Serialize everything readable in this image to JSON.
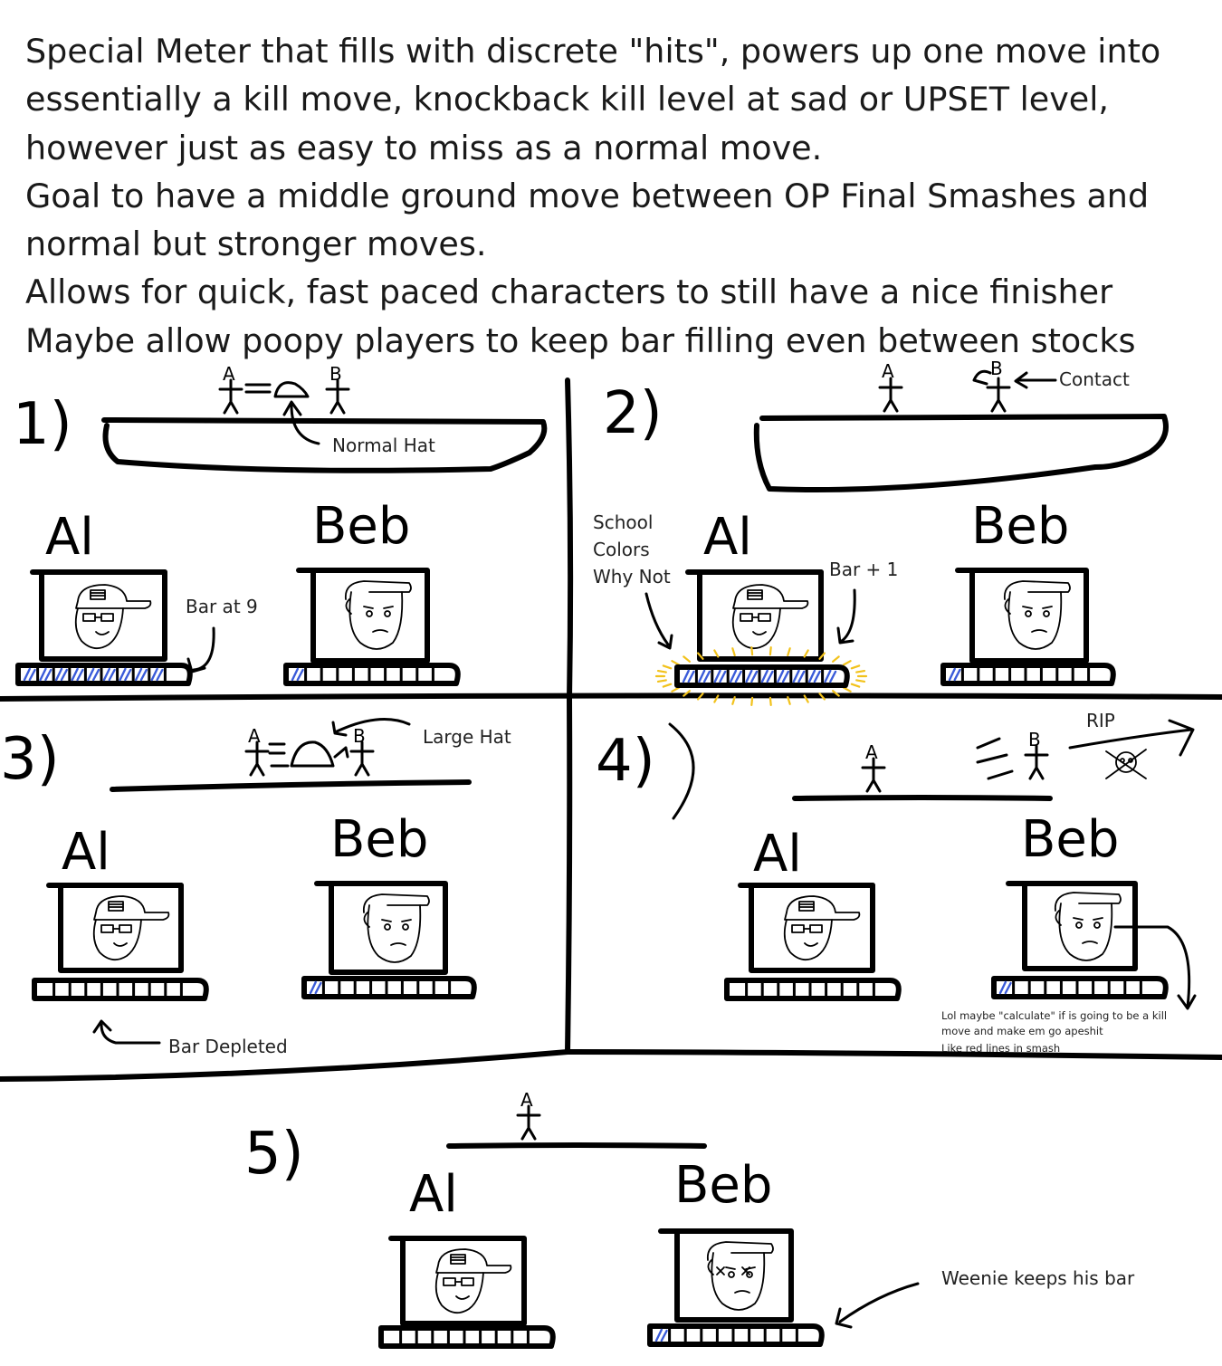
{
  "intro_lines": [
    "Special Meter that fills with discrete \"hits\", powers up one move into",
    "essentially a kill move, knockback kill level at sad or UPSET level,",
    "however just as easy to miss as a normal move.",
    "Goal to have a middle ground move between OP Final Smashes and",
    "normal but stronger moves.",
    "Allows for quick, fast paced characters to still have a nice finisher",
    "Maybe allow poopy players to keep bar filling even between stocks"
  ],
  "panels": [
    {
      "number": "1)",
      "labels": {
        "hat": "Normal Hat",
        "bar": "Bar at 9"
      }
    },
    {
      "number": "2)",
      "labels": {
        "contact": "Contact",
        "school1": "School",
        "school2": "Colors",
        "school3": "Why Not",
        "bar": "Bar + 1"
      }
    },
    {
      "number": "3)",
      "labels": {
        "hat": "Large Hat",
        "bar": "Bar Depleted"
      }
    },
    {
      "number": "4)",
      "labels": {
        "rip": "RIP",
        "note1": "Lol maybe \"calculate\" if is going to be a kill",
        "note2": "move and make em go apeshit",
        "note3": "Like red lines in smash"
      }
    },
    {
      "number": "5)",
      "labels": {
        "keep": "Weenie keeps his bar"
      }
    }
  ],
  "players": {
    "a_name": "Al",
    "b_name": "Beb",
    "a_tag": "A",
    "b_tag": "B"
  },
  "meters": [
    {
      "panel": 1,
      "player": "Al",
      "filled": 9,
      "max": 10
    },
    {
      "panel": 1,
      "player": "Beb",
      "filled": 1,
      "max": 10
    },
    {
      "panel": 2,
      "player": "Al",
      "filled": 10,
      "max": 10,
      "glow": true
    },
    {
      "panel": 2,
      "player": "Beb",
      "filled": 1,
      "max": 10
    },
    {
      "panel": 3,
      "player": "Al",
      "filled": 0,
      "max": 10
    },
    {
      "panel": 3,
      "player": "Beb",
      "filled": 1,
      "max": 10
    },
    {
      "panel": 4,
      "player": "Al",
      "filled": 0,
      "max": 10
    },
    {
      "panel": 4,
      "player": "Beb",
      "filled": 1,
      "max": 10
    },
    {
      "panel": 5,
      "player": "Al",
      "filled": 0,
      "max": 10
    },
    {
      "panel": 5,
      "player": "Beb",
      "filled": 1,
      "max": 10
    }
  ],
  "colors": {
    "ink": "#000000",
    "meter_fill": "#3a5bd9",
    "glow": "#f2c21b"
  }
}
